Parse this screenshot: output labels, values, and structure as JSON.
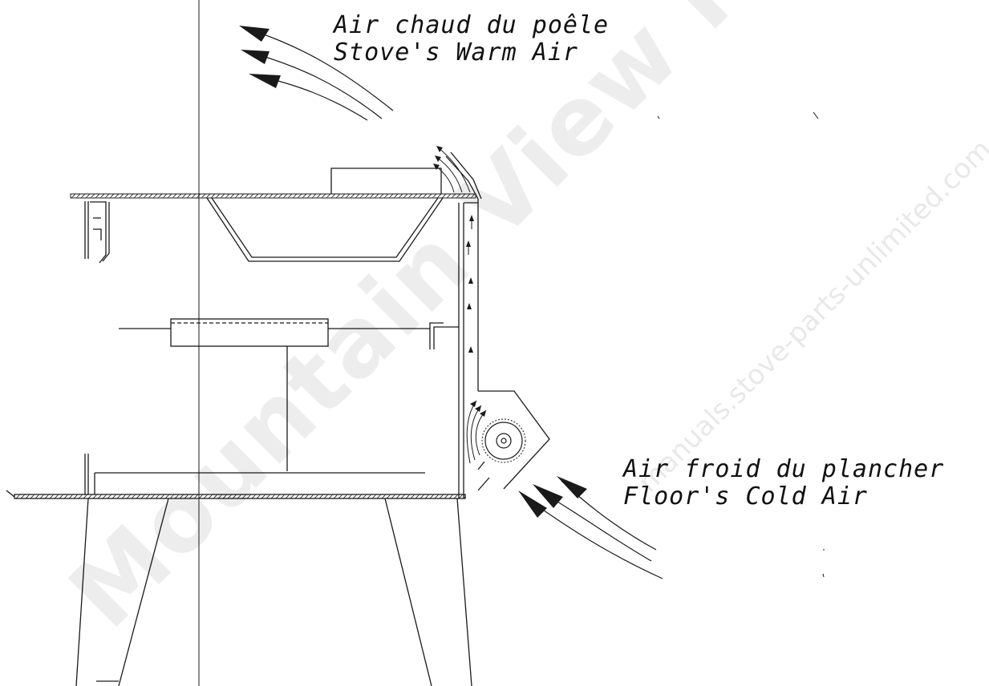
{
  "labels": {
    "warm_air_fr": "Air chaud du poêle",
    "warm_air_en": "Stove's Warm Air",
    "cold_air_fr": "Air froid du plancher",
    "cold_air_en": "Floor's Cold Air"
  },
  "watermark": {
    "main": "Mountain View Hearth",
    "secondary": "manuals.stove-parts-unlimited.com"
  },
  "colors": {
    "line": "#1a1a1a",
    "background": "#ffffff"
  }
}
